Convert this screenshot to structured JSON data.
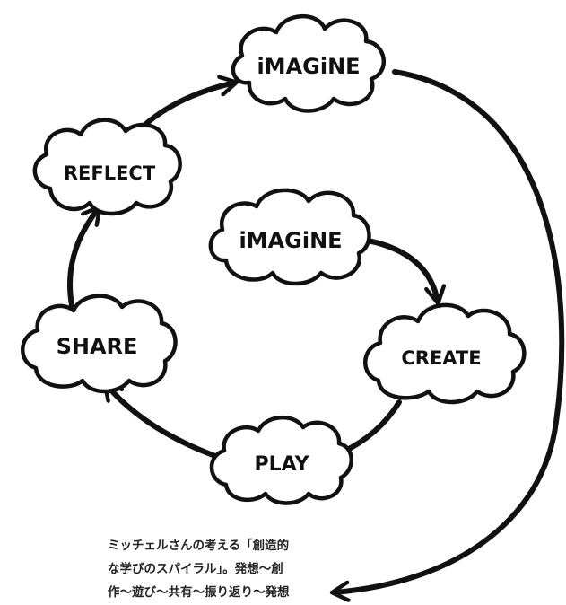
{
  "nodes": {
    "imagine_top": "iMAGiNE",
    "reflect": "REFLECT",
    "imagine_center": "iMAGiNE",
    "share": "SHARE",
    "create": "CREATE",
    "play": "PLAY"
  },
  "caption": {
    "line1": "ミッチェルさんの考える「創造的",
    "line2": "な学びのスパイラル」。発想〜創",
    "line3": "作〜遊び〜共有〜振り返り〜発想"
  }
}
